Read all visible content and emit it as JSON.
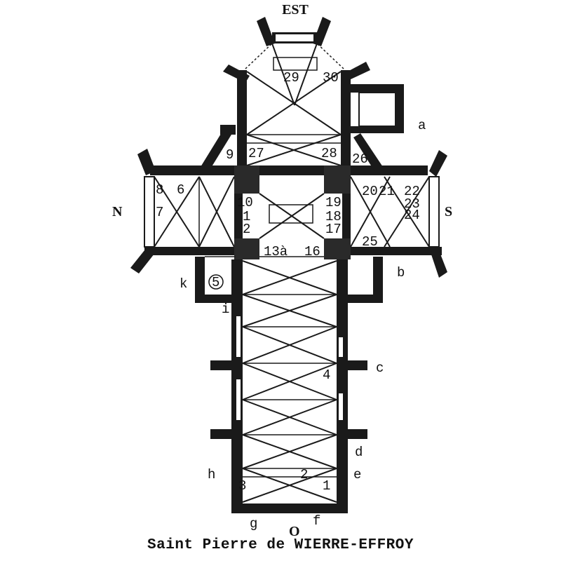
{
  "orientation": {
    "north": "N",
    "south": "S",
    "east": "EST",
    "west": "O"
  },
  "caption": "Saint Pierre de WIERRE-EFFROY",
  "bay_numbers": [
    "29",
    "30",
    "9",
    "27",
    "28",
    "26",
    "8",
    "6",
    "7",
    "10",
    "1",
    "2",
    "13à",
    "16",
    "19",
    "18",
    "17",
    "20",
    "21",
    "22",
    "23",
    "24",
    "25",
    "5",
    "4",
    "3",
    "2",
    "1"
  ],
  "side_letters": [
    "a",
    "b",
    "c",
    "d",
    "e",
    "f",
    "g",
    "h",
    "i",
    "k"
  ]
}
